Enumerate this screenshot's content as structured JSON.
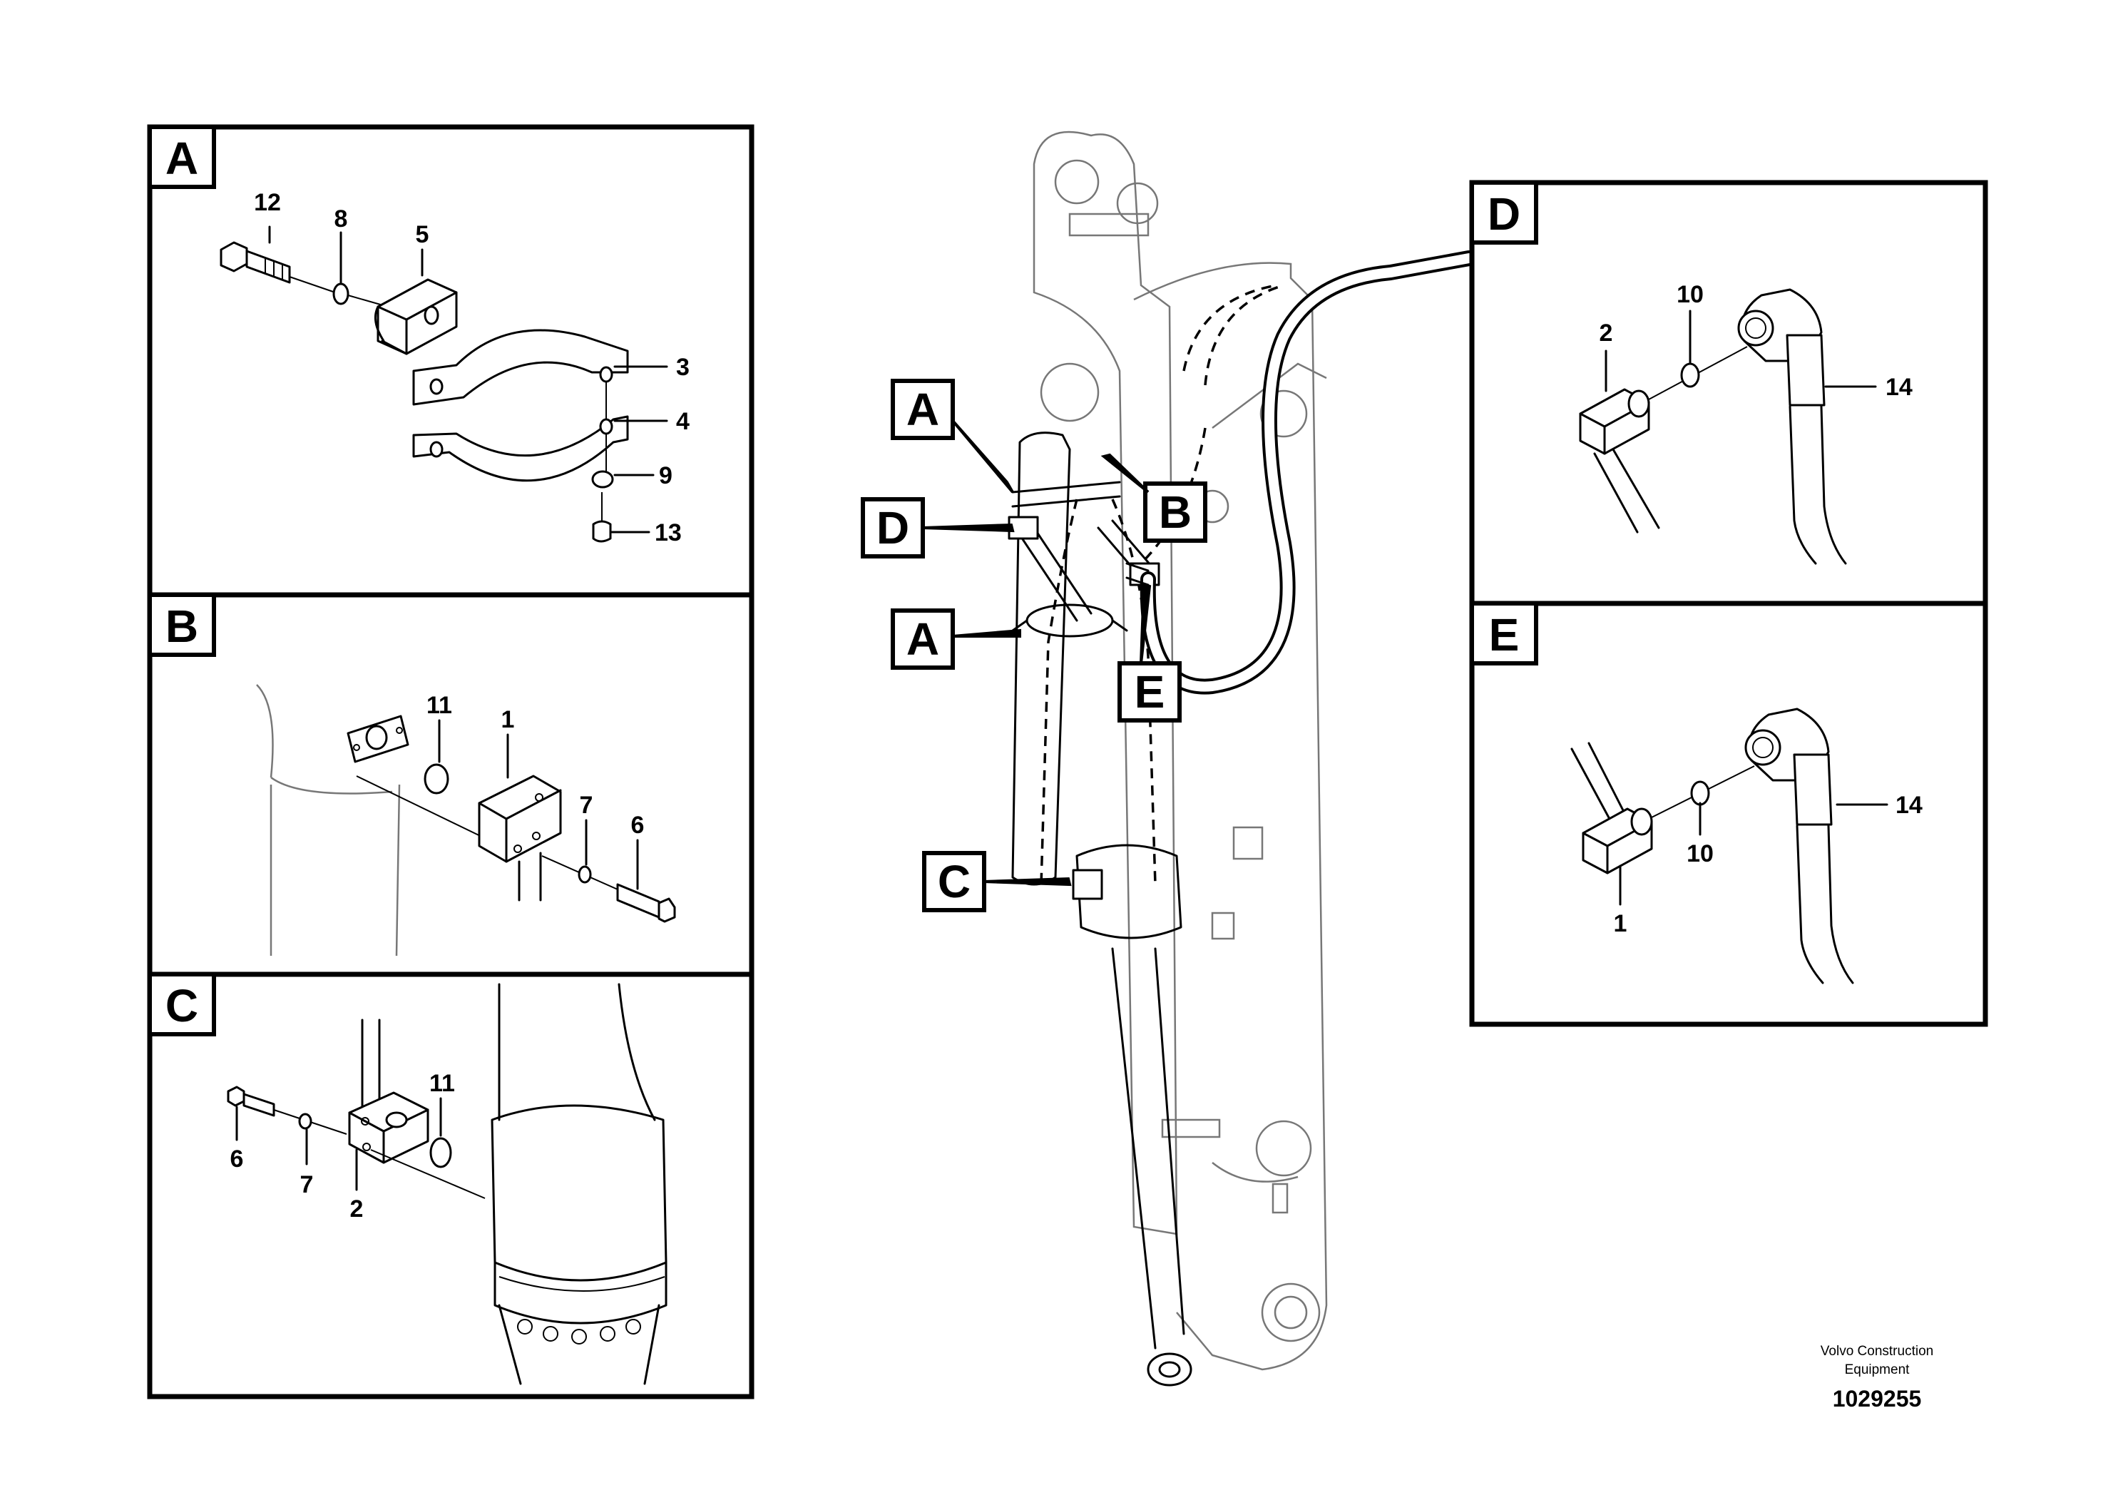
{
  "panels": {
    "A": {
      "tag": "A",
      "labels": [
        "12",
        "8",
        "5",
        "3",
        "4",
        "9",
        "13"
      ]
    },
    "B": {
      "tag": "B",
      "labels": [
        "11",
        "1",
        "7",
        "6"
      ]
    },
    "C": {
      "tag": "C",
      "labels": [
        "11",
        "6",
        "7",
        "2"
      ]
    },
    "D": {
      "tag": "D",
      "labels": [
        "10",
        "2",
        "14"
      ]
    },
    "E": {
      "tag": "E",
      "labels": [
        "14",
        "10",
        "1"
      ]
    }
  },
  "main_callouts": [
    "A",
    "D",
    "A",
    "C",
    "B",
    "E"
  ],
  "footer": {
    "company_line1": "Volvo Construction",
    "company_line2": "Equipment",
    "document_number": "1029255"
  }
}
